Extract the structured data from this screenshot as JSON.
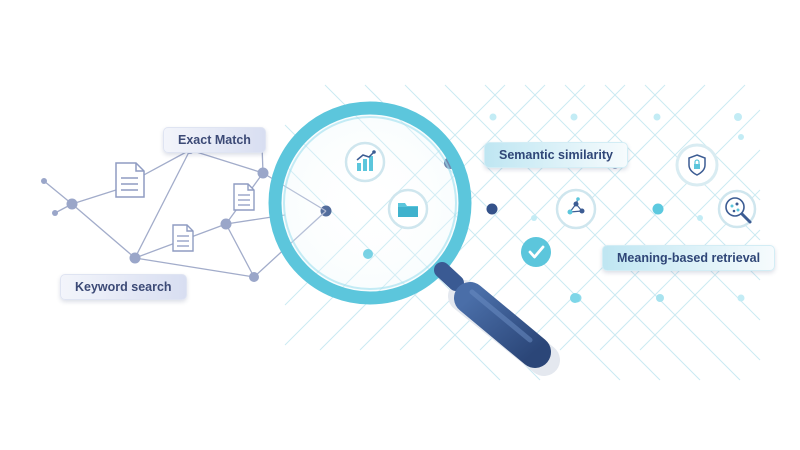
{
  "labels": {
    "exact_match": "Exact Match",
    "keyword_search": "Keyword search",
    "semantic_similarity": "Semantic similarity",
    "meaning_based_retrieval": "Meaning-based retrieval"
  },
  "icons": {
    "document": "document-icon",
    "chart": "bar-chart-icon",
    "folder": "folder-icon",
    "network": "network-icon",
    "shield": "shield-lock-icon",
    "search_cluster": "search-cluster-icon",
    "check": "check-icon",
    "magnifier": "magnifying-glass-icon"
  },
  "colors": {
    "keyword_network": "#8f9cc2",
    "keyword_node": "#9aa6c9",
    "semantic_grid": "#c9ebf3",
    "semantic_node": "#7fd3e6",
    "accent_cyan": "#56c3db",
    "dark_node": "#34528a",
    "handle": "#3a5a93",
    "lens_ring": "#5cc6dc"
  }
}
